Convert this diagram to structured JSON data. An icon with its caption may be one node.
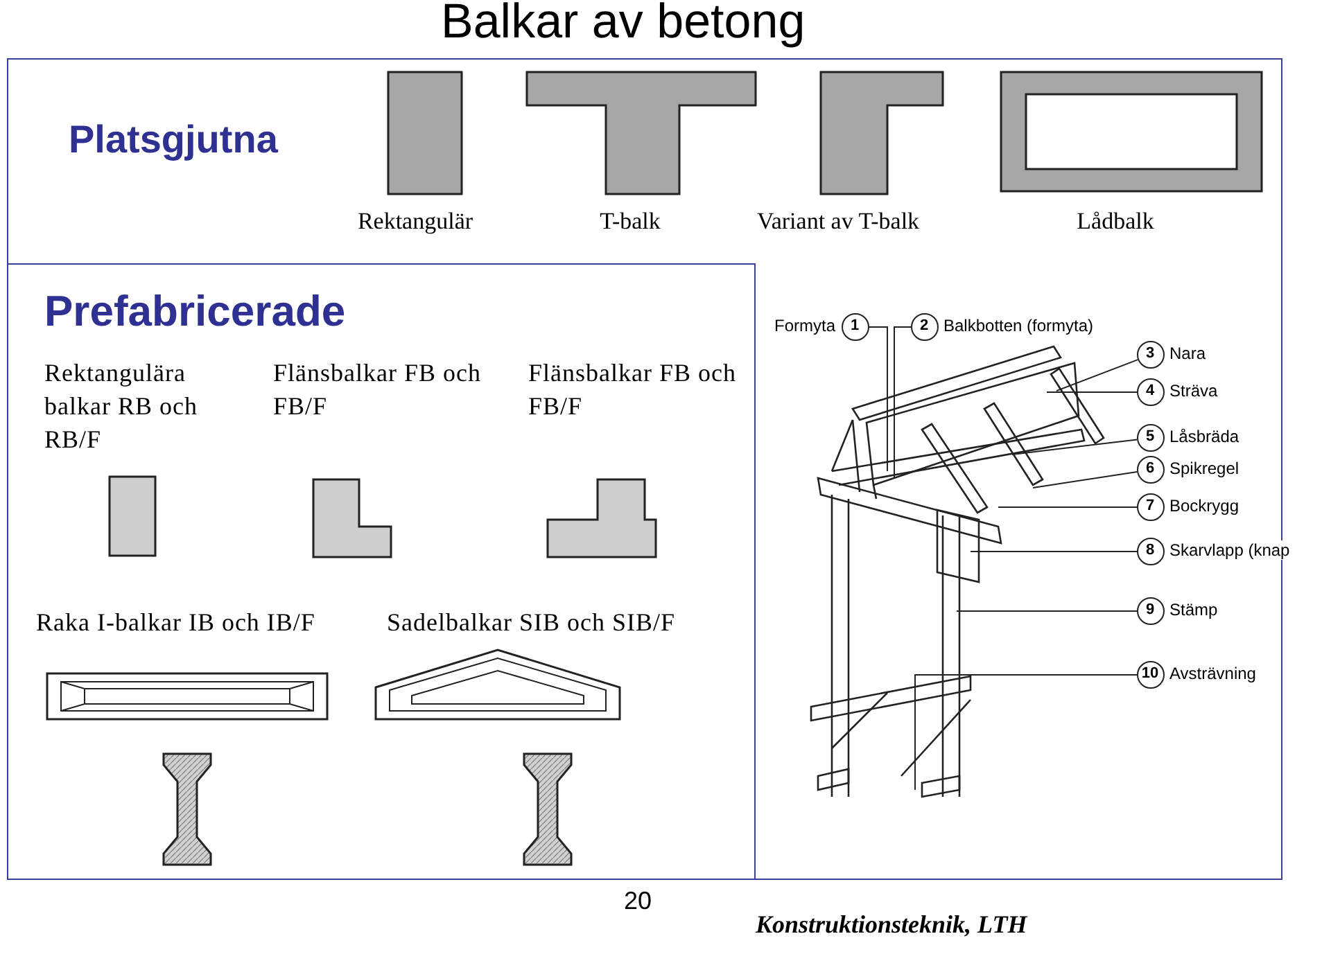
{
  "diagram": {
    "title": "Balkar av betong",
    "nodes": [
      {
        "text": [
          "Platsgjutna",
          "Rektangulär",
          "T-balk",
          "Variant av T-balk",
          "Lådbalk"
        ]
      },
      {
        "text": [
          "Prefabricerade",
          "Rektangulära balkar RB och RB/F",
          "Flänsbalkar FB och FB/F",
          "Flänsbalkar FB och FB/F",
          "Raka I-balkar IB och IB/F",
          "Sadelbalkar SIB och SIB/F"
        ],
        "in": 0
      },
      {
        "text": [
          "1"
        ],
        "beside": [
          "Formyta"
        ],
        "in": 0
      },
      {
        "text": [
          "2"
        ],
        "beside": [
          "Balkbotten (formyta)"
        ],
        "in": 0
      },
      {
        "text": [
          "3"
        ],
        "beside": [
          "Nara"
        ],
        "in": 0
      },
      {
        "text": [
          "4"
        ],
        "beside": [
          "Sträva"
        ],
        "in": 0
      },
      {
        "text": [
          "5"
        ],
        "beside": [
          "Låsbräda"
        ],
        "in": 0
      },
      {
        "text": [
          "6"
        ],
        "beside": [
          "Spikregel"
        ],
        "in": 0
      },
      {
        "text": [
          "7"
        ],
        "beside": [
          "Bockrygg"
        ],
        "in": 0
      },
      {
        "text": [
          "8"
        ],
        "beside": [
          "Skarvlapp (knap"
        ],
        "in": 0
      },
      {
        "text": [
          "9"
        ],
        "beside": [
          "Stämp"
        ],
        "in": 0
      },
      {
        "text": [
          "10"
        ],
        "beside": [
          "Avsträvning"
        ],
        "in": 0
      }
    ],
    "edges": [
      {
        "from": 2,
        "to": null,
        "arrow": "none"
      },
      {
        "from": 3,
        "to": null,
        "arrow": "none"
      },
      {
        "from": 4,
        "to": null,
        "arrow": "none"
      },
      {
        "from": 5,
        "to": null,
        "arrow": "none"
      },
      {
        "from": 6,
        "to": null,
        "arrow": "none"
      },
      {
        "from": 7,
        "to": null,
        "arrow": "none"
      },
      {
        "from": 8,
        "to": null,
        "arrow": "none"
      },
      {
        "from": 9,
        "to": null,
        "arrow": "none"
      },
      {
        "from": 10,
        "to": null,
        "arrow": "none"
      },
      {
        "from": 11,
        "to": null,
        "arrow": "none"
      }
    ],
    "labels": [
      "20",
      "Konstruktionsteknik, LTH"
    ]
  }
}
